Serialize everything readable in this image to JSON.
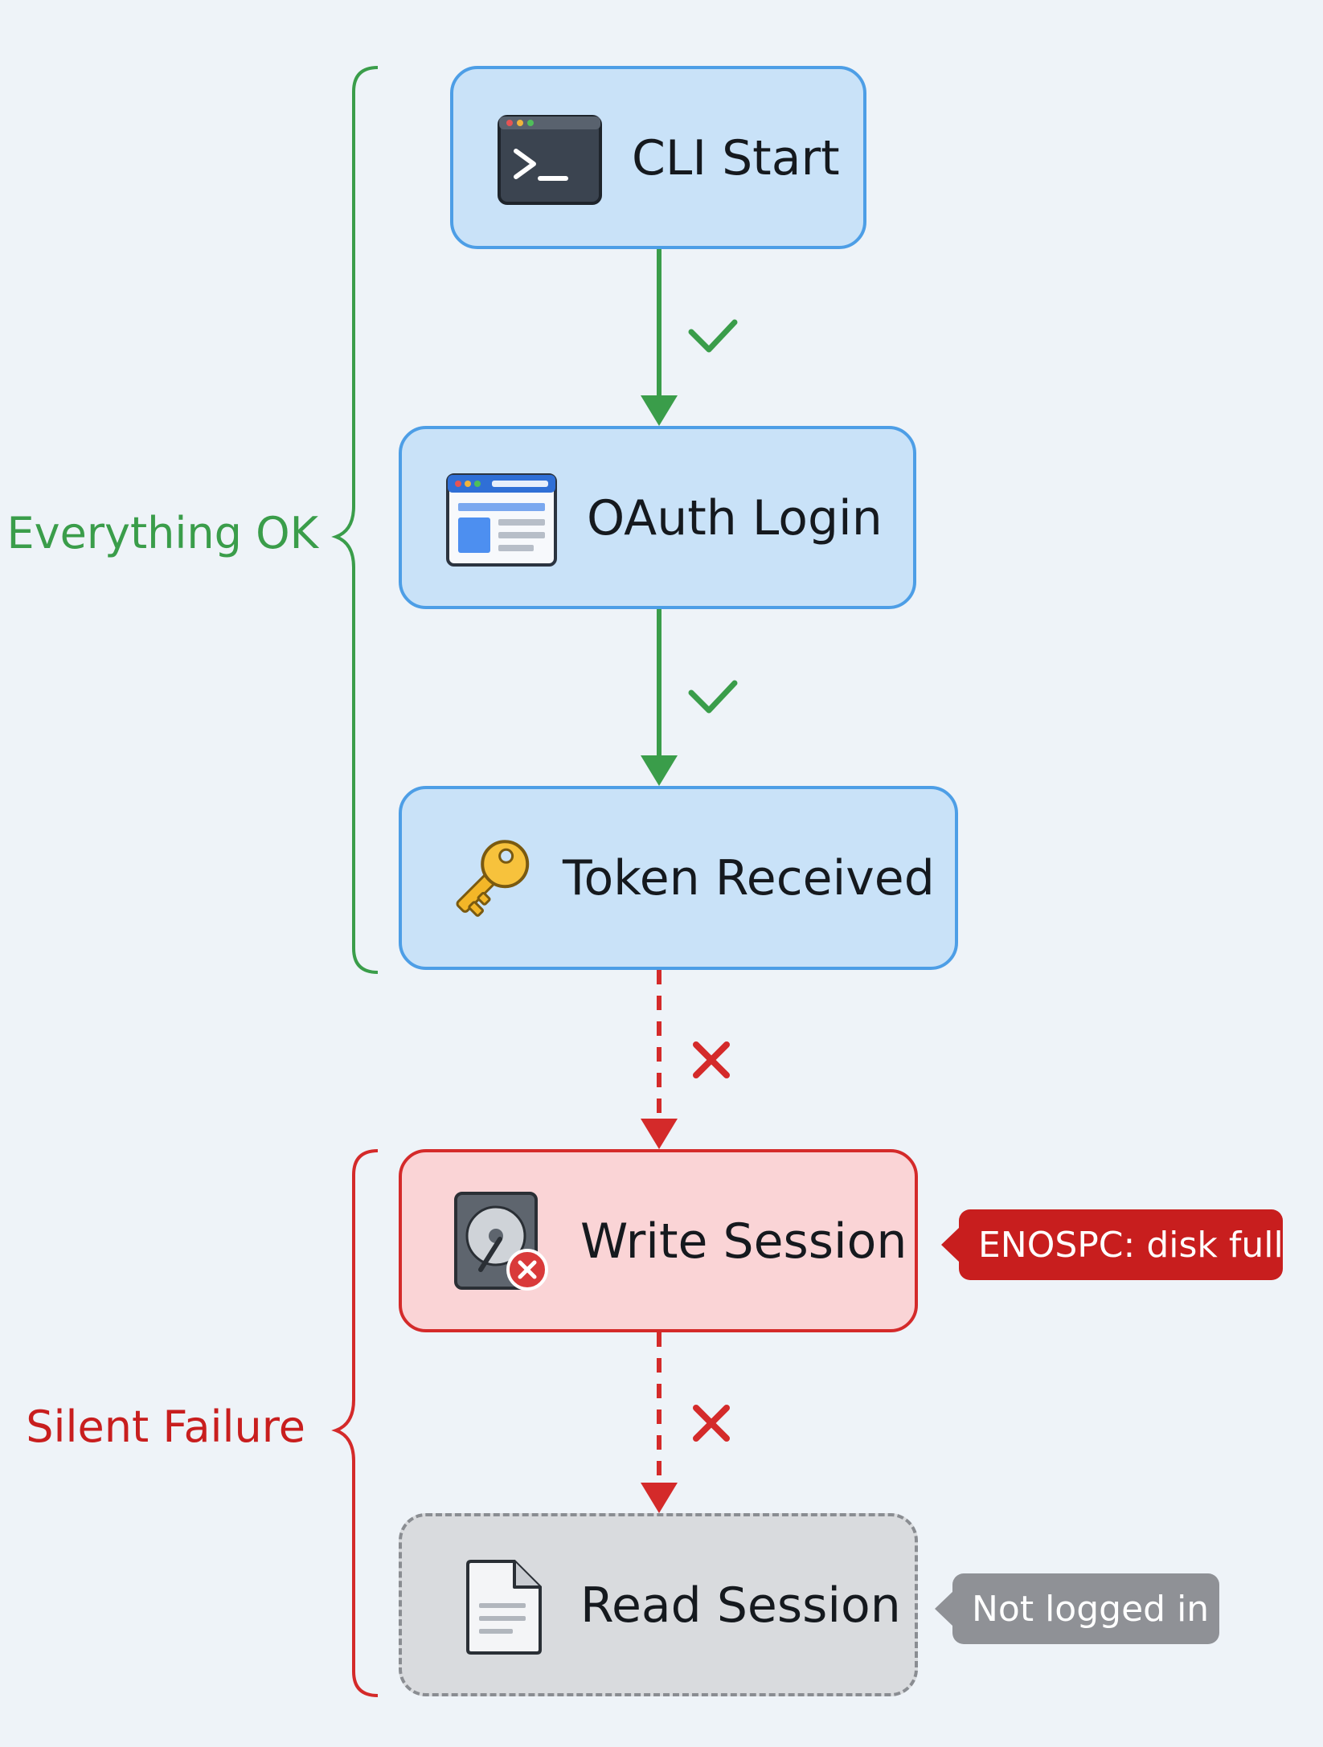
{
  "colors": {
    "background": "#eef3f8",
    "ok_stroke": "#3a9d4a",
    "fail_stroke": "#d42a2a",
    "ok_fill": "#c9e2f8",
    "ok_border": "#4d9ee6",
    "fail_fill": "#fad4d6",
    "ghost_fill": "#d9dbde",
    "ghost_border": "#8a8d92"
  },
  "groups": {
    "ok": {
      "label": "Everything OK"
    },
    "fail": {
      "label": "Silent Failure"
    }
  },
  "nodes": [
    {
      "label": "CLI Start",
      "icon": "terminal-icon",
      "state": "ok"
    },
    {
      "label": "OAuth Login",
      "icon": "browser-window-icon",
      "state": "ok"
    },
    {
      "label": "Token Received",
      "icon": "key-icon",
      "state": "ok"
    },
    {
      "label": "Write Session",
      "icon": "hard-disk-error-icon",
      "state": "fail"
    },
    {
      "label": "Read Session",
      "icon": "document-icon",
      "state": "ghost"
    }
  ],
  "edges": [
    {
      "from": "CLI Start",
      "to": "OAuth Login",
      "status": "success",
      "marker": "check-icon"
    },
    {
      "from": "OAuth Login",
      "to": "Token Received",
      "status": "success",
      "marker": "check-icon"
    },
    {
      "from": "Token Received",
      "to": "Write Session",
      "status": "failure",
      "marker": "cross-icon"
    },
    {
      "from": "Write Session",
      "to": "Read Session",
      "status": "failure",
      "marker": "cross-icon"
    }
  ],
  "callouts": {
    "error": {
      "text": "ENOSPC: disk full"
    },
    "status": {
      "text": "Not logged in"
    }
  }
}
